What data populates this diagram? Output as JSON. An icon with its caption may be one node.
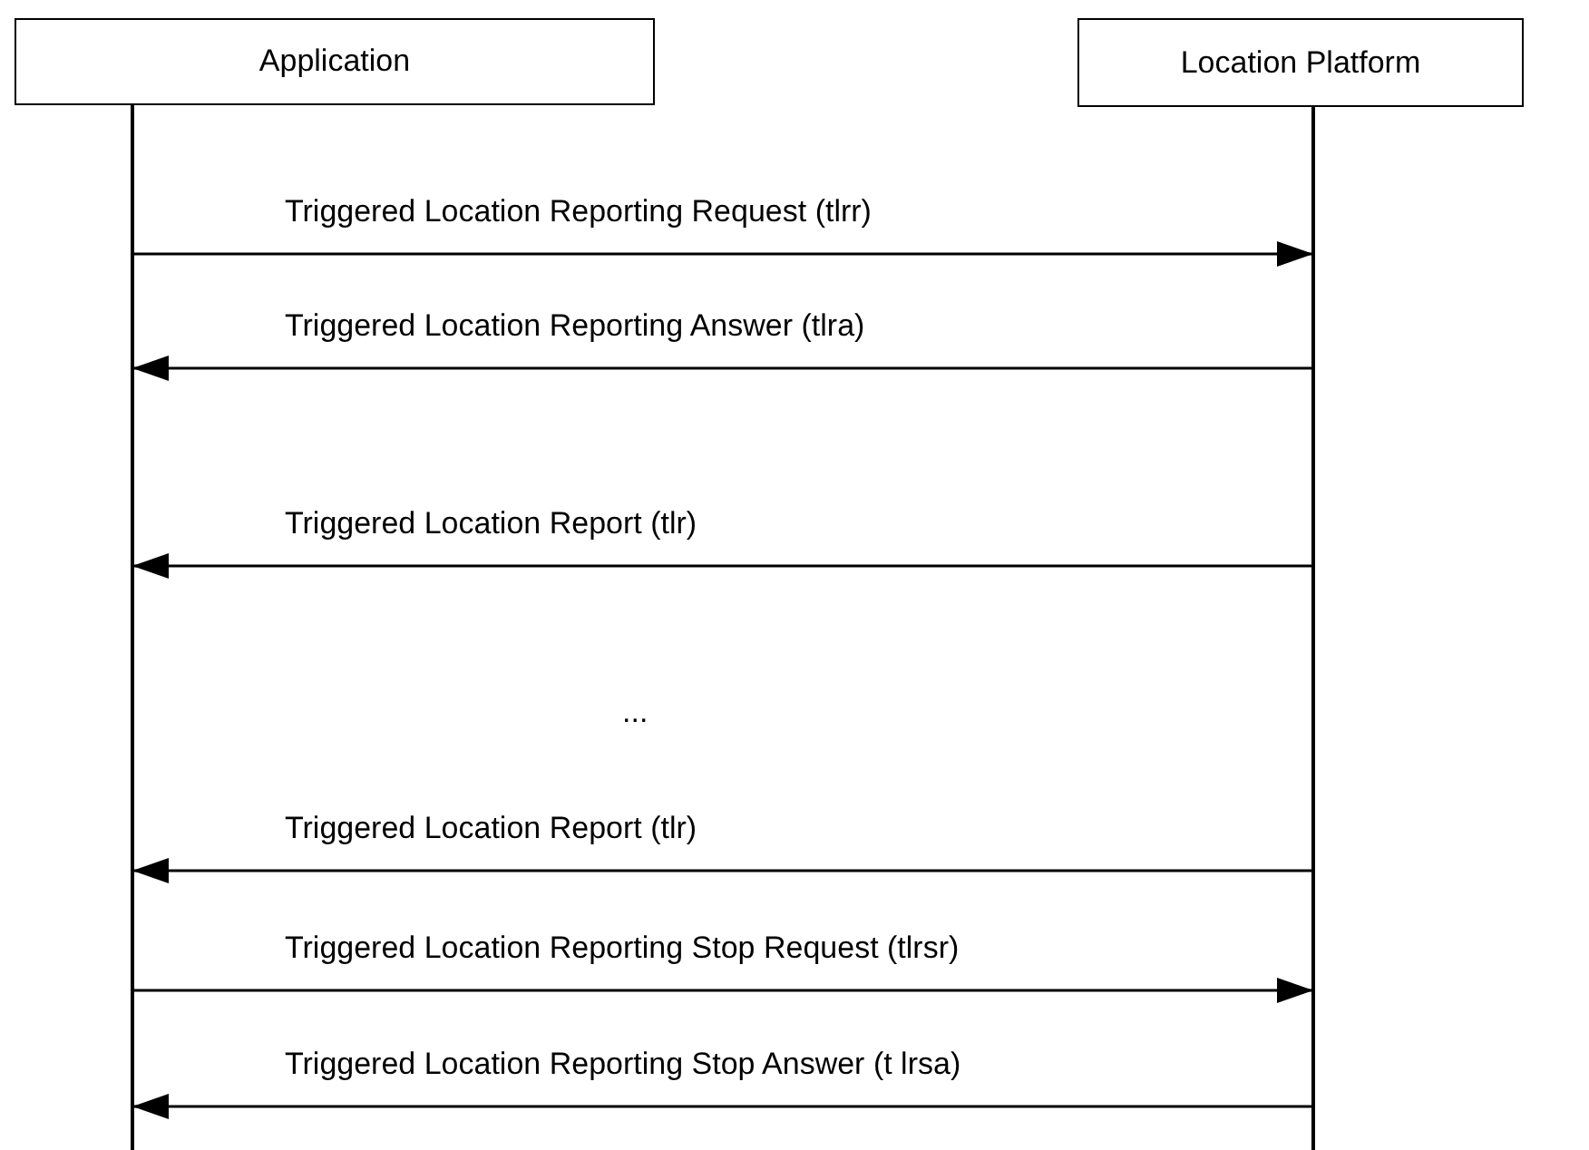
{
  "diagram": {
    "nodes": [
      {
        "text": [
          "Application"
        ]
      },
      {
        "text": [
          "Location Platform"
        ]
      },
      {
        "text": [],
        "shape": "bar"
      },
      {
        "text": [],
        "shape": "bar"
      }
    ],
    "edges": [
      {
        "from": 2,
        "to": 3,
        "arrow": "to",
        "label": "Triggered Location Reporting Request (tlrr)"
      },
      {
        "from": 3,
        "to": 2,
        "arrow": "to",
        "label": "Triggered Location Reporting Answer (tlra)"
      },
      {
        "from": 3,
        "to": 2,
        "arrow": "to",
        "label": "Triggered Location Report (tlr)"
      },
      {
        "from": 3,
        "to": 2,
        "arrow": "to",
        "label": "Triggered Location Report (tlr)"
      },
      {
        "from": 2,
        "to": 3,
        "arrow": "to",
        "label": "Triggered Location Reporting Stop Request (tlrsr)"
      },
      {
        "from": 3,
        "to": 2,
        "arrow": "to",
        "label": "Triggered Location Reporting Stop Answer (t lrsa)"
      }
    ],
    "labels": [
      "..."
    ]
  }
}
